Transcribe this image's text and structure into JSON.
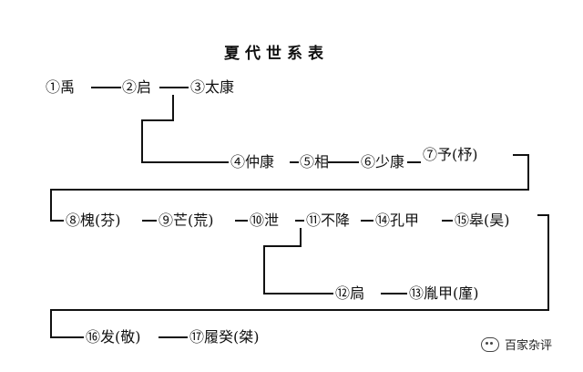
{
  "title": "夏代世系表",
  "nodes": {
    "yu": "①禹",
    "qi": "②启",
    "taikang": "③太康",
    "zhongkang": "④仲康",
    "xiang": "⑤相",
    "shaokang": "⑥少康",
    "zhu": "⑦予(杼)",
    "huai": "⑧槐(芬)",
    "mang": "⑨芒(荒)",
    "xie": "⑩泄",
    "bujiang": "⑪不降",
    "kongjia": "⑭孔甲",
    "gao": "⑮皋(昊)",
    "jiong": "⑫扃",
    "jin": "⑬胤甲(廑)",
    "fa": "⑯发(敬)",
    "lugui": "⑰履癸(桀)"
  },
  "watermark": "百家杂评"
}
